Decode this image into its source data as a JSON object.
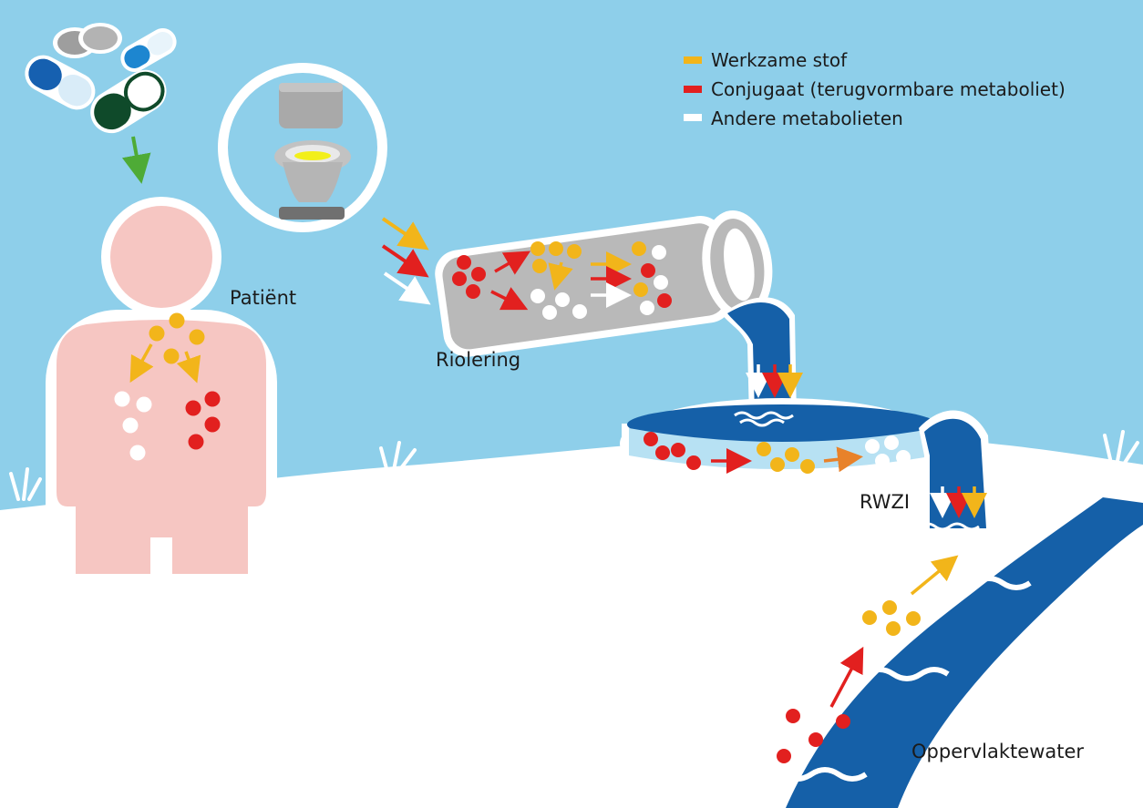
{
  "legend": {
    "items": [
      {
        "label": "Werkzame stof",
        "color": "#f2b51a"
      },
      {
        "label": "Conjugaat (terugvormbare metaboliet)",
        "color": "#e2201f"
      },
      {
        "label": "Andere metabolieten",
        "color": "#ffffff"
      }
    ]
  },
  "labels": {
    "patient": "Patiënt",
    "sewer": "Riolering",
    "treatment_plant": "RWZI",
    "surface_water": "Oppervlaktewater"
  },
  "colors": {
    "sky": "#8ecfea",
    "body": "#f6c6c2",
    "water": "#1560a8",
    "pipe": "#b9b9b9",
    "arrow_green": "#4eab36",
    "arrow_orange": "#e8822a"
  }
}
